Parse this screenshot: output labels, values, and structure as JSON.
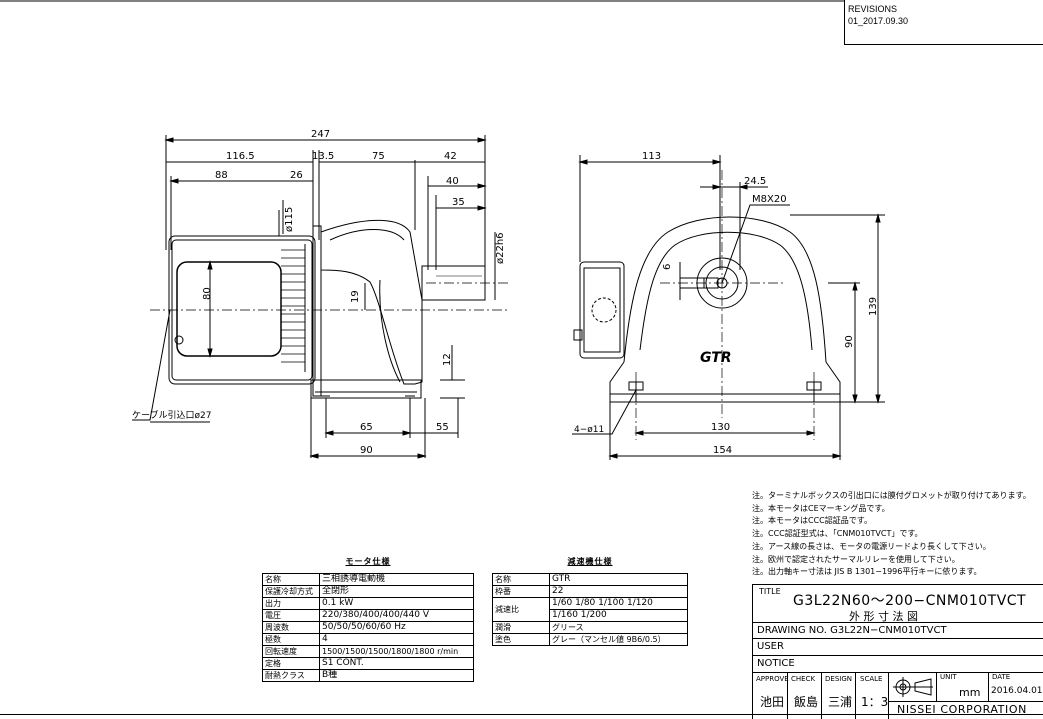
{
  "revisions": {
    "title": "REVISIONS",
    "entry": "01_2017.09.30"
  },
  "dimensions": {
    "side": [
      "247",
      "116.5",
      "13.5",
      "75",
      "42",
      "88",
      "26",
      "40",
      "35",
      "ø115",
      "ø22h6",
      "80",
      "19",
      "12",
      "65",
      "55",
      "90"
    ],
    "front": [
      "113",
      "24.5",
      "M8X20",
      "6",
      "139",
      "90",
      "130",
      "154"
    ]
  },
  "callouts": {
    "cable": "ケーブル引込口ø27",
    "holes": "4−ø11",
    "logo": "GTR"
  },
  "motor_spec": {
    "title": "モータ仕様",
    "rows": [
      [
        "名称",
        "三相誘導電動機"
      ],
      [
        "保護冷却方式",
        "全閉形"
      ],
      [
        "出力",
        "0.1 kW"
      ],
      [
        "電圧",
        "220/380/400/400/440 V"
      ],
      [
        "周波数",
        "50/50/50/60/60 Hz"
      ],
      [
        "極数",
        "4"
      ],
      [
        "回転速度",
        "1500/1500/1500/1800/1800 r/min"
      ],
      [
        "定格",
        "S1 CONT."
      ],
      [
        "耐熱クラス",
        "B種"
      ]
    ]
  },
  "reducer_spec": {
    "title": "減速機仕様",
    "rows": [
      [
        "名称",
        "GTR"
      ],
      [
        "枠番",
        "22"
      ],
      [
        "減速比",
        "1/60 1/80 1/100 1/120"
      ],
      [
        "",
        "1/160 1/200"
      ],
      [
        "潤滑",
        "グリース"
      ],
      [
        "塗色",
        "グレー（マンセル値 9B6/0.5）"
      ]
    ]
  },
  "notes": [
    "注。ターミナルボックスの引出口には膜付グロメットが取り付けてあります。",
    "注。本モータはCEマーキング品です。",
    "注。本モータはCCC認証品です。",
    "注。CCC認証型式は、「CNM010TVCT」です。",
    "注。アース線の長さは、モータの電源リードより長くして下さい。",
    "注。欧州で認定されたサーマルリレーを使用して下さい。",
    "注。出力軸キー寸法は JIS B 1301−1996平行キーに依ります。"
  ],
  "title_block": {
    "title_label": "TITLE",
    "title": "G3L22N60〜200−CNM010TVCT",
    "subtitle": "外 形 寸 法 図",
    "drawing_no": "DRAWING NO. G3L22N−CNM010TVCT",
    "user": "USER",
    "notice": "NOTICE",
    "approve_label": "APPROVE",
    "approve": "池田",
    "check_label": "CHECK",
    "check": "飯島",
    "design_label": "DESIGN",
    "design": "三浦",
    "scale_label": "SCALE",
    "scale": "1：3",
    "unit_label": "UNIT",
    "unit": "mm",
    "date_label": "DATE",
    "date": "2016.04.01",
    "company": "NISSEI CORPORATION"
  }
}
